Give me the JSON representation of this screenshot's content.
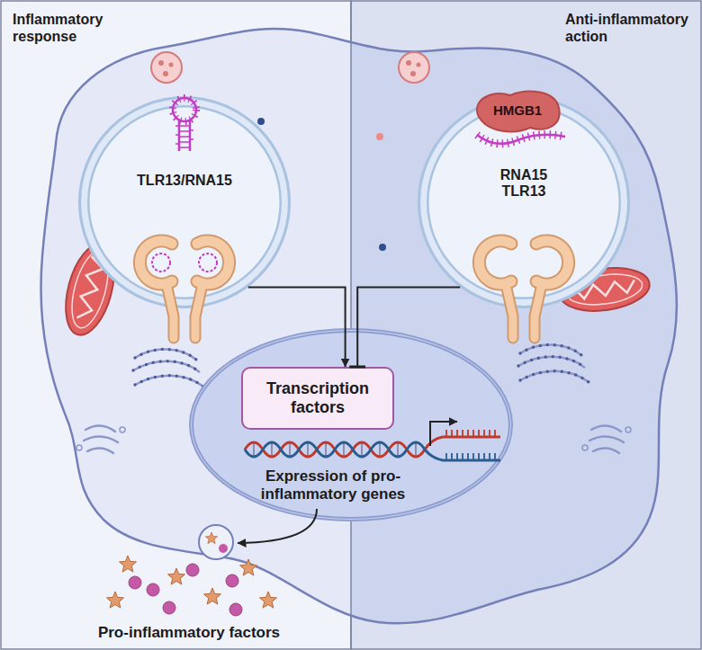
{
  "diagram": {
    "nodes": [
      {
        "text": [
          "TLR13/RNA15"
        ]
      },
      {
        "text": [
          "RNA15 TLR13"
        ]
      },
      {
        "text": [
          "HMGB1"
        ],
        "in": 1
      },
      {
        "text": [
          "Expression of pro-inflammatory genes"
        ]
      },
      {
        "text": [
          "Transcription factors"
        ],
        "in": 3
      }
    ],
    "edges": [
      {
        "from": 0,
        "to": 4,
        "arrow": "to"
      },
      {
        "from": 1,
        "to": 4,
        "arrow": "to"
      }
    ],
    "labels": [
      "Inflammatory response",
      "Anti-inflammatory action",
      "Pro-inflammatory factors"
    ]
  }
}
